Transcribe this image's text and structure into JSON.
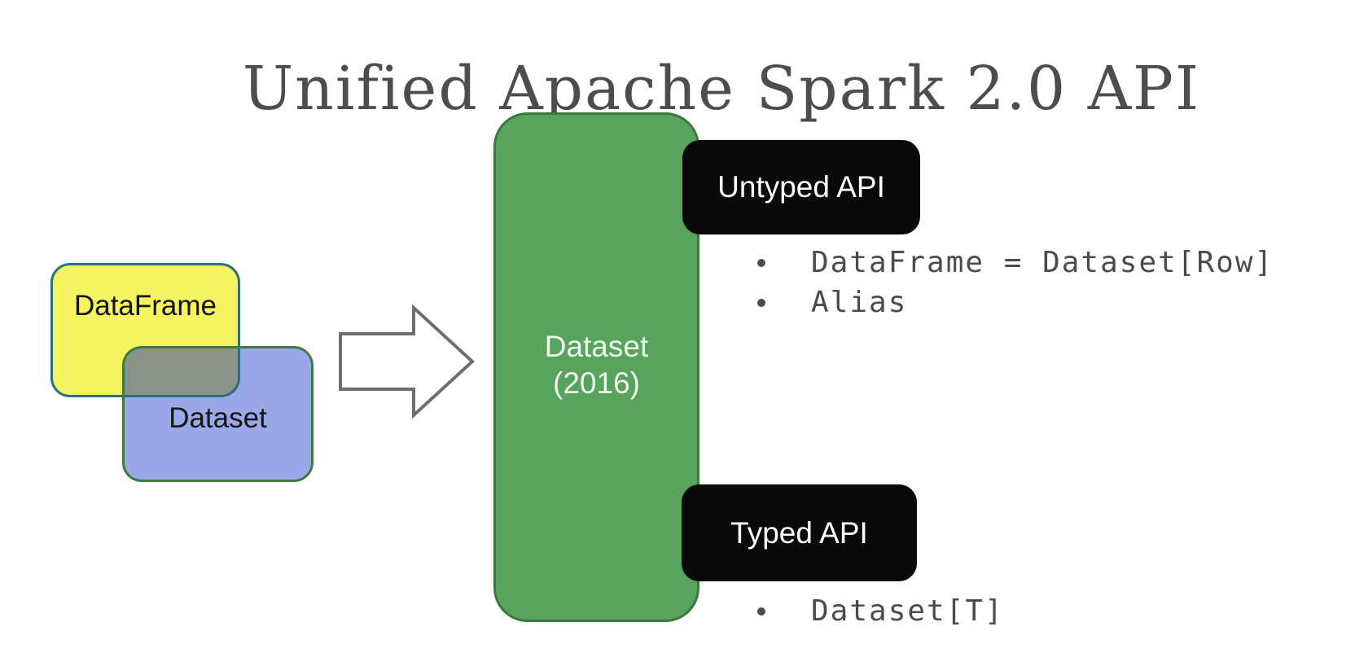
{
  "slide": {
    "title": "Unified Apache Spark 2.0 API"
  },
  "legacy": {
    "dataframe_label": "DataFrame",
    "dataset_label": "Dataset"
  },
  "unified": {
    "box_line1": "Dataset",
    "box_line2": "(2016)"
  },
  "untyped_api": {
    "badge_label": "Untyped API",
    "bullets": [
      "DataFrame = Dataset[Row]",
      "Alias"
    ]
  },
  "typed_api": {
    "badge_label": "Typed API",
    "bullets": [
      "Dataset[T]"
    ]
  },
  "colors": {
    "title_text": "#4d4d4d",
    "yellow_fill": "#f5f35f",
    "yellow_border": "#2f6f80",
    "blue_fill": "#98a8e8",
    "blue_border": "#3d7b41",
    "overlap_fill": "#8a948a",
    "green_fill": "#58a35d",
    "green_border": "#3a7a3e",
    "badge_bg": "#0a0a0a",
    "badge_text": "#ffffff",
    "body_text": "#4c4c4c",
    "arrow_outline": "#6f6f6f"
  }
}
